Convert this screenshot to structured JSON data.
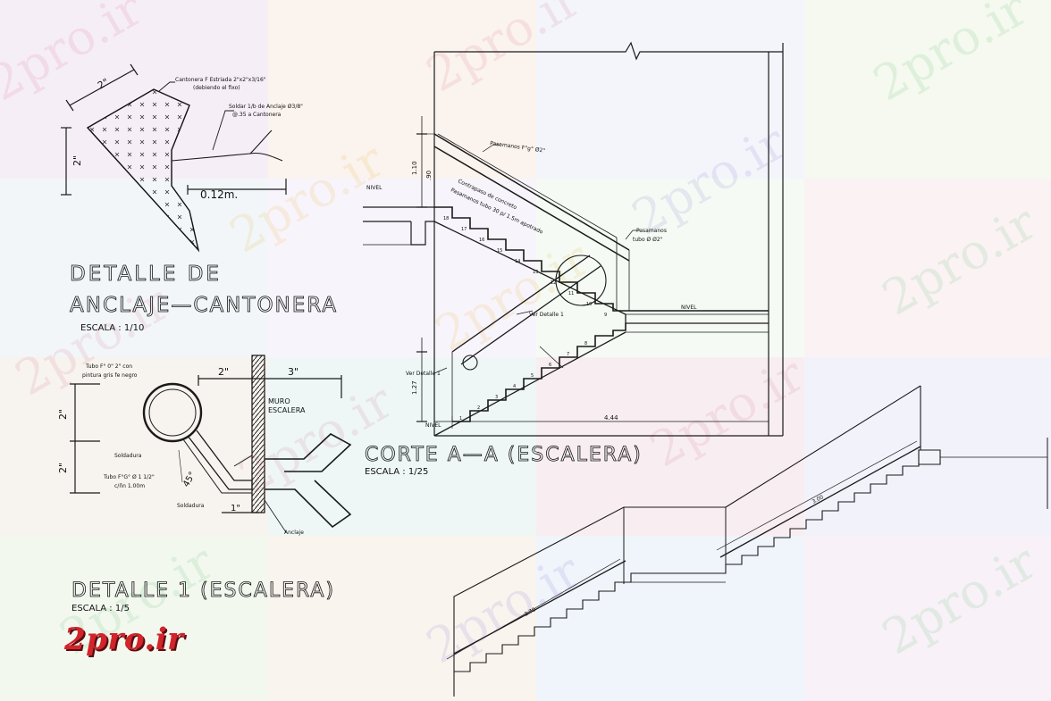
{
  "watermark": "2pro.ir",
  "brand": "2pro.ir",
  "detalle_anclaje": {
    "title_line1": "DETALLE DE",
    "title_line2": "ANCLAJE—CANTONERA",
    "scale": "ESCALA : 1/10",
    "dim_top": "2\"",
    "dim_side": "2\"",
    "dim_rod": "0.12m.",
    "note_cantonera": "Cantonera F Estriada 2\"x2\"x3/16\"",
    "note_cantonera_2": "(debiendo el fixo)",
    "note_soldar": "Soldar 1/b de Anclaje Ø3/8\"",
    "note_soldar_2": "@.35 a Cantonera"
  },
  "detalle_1": {
    "title": "DETALLE 1 (ESCALERA)",
    "scale": "ESCALA : 1/5",
    "note_tubo": "Tubo F° 0\" 2\" con",
    "note_tubo_2": "pintura gris fe negro",
    "note_soldadura_1": "Soldadura",
    "note_tubo_fg": "Tubo F°G° Ø 1 1/2\"",
    "note_tubo_fg_2": "c/ñn 1.00m",
    "note_soldadura_2": "Soldadura",
    "note_anclaje": "Anclaje",
    "label_muro": "MURO",
    "label_escalera": "ESCALERA",
    "dim_2a": "2\"",
    "dim_3": "3\"",
    "dim_v1": "2\"",
    "dim_v2": "2\"",
    "dim_1": "1\"",
    "dim_angle": "45°"
  },
  "corte": {
    "title": "CORTE A—A (ESCALERA)",
    "scale": "ESCALA : 1/25",
    "label_pasamanos_top": "Pasamanos F°g° Ø2\"",
    "label_pasamanos_side": "Pasamanos",
    "label_pasamanos_side_2": "tubo Ø Ø2\"",
    "label_contrapaso": "Contrapaso de concreto",
    "label_contrapaso_2": "Pasamanos tubo 30 p/ 1.5m apotrado",
    "label_ver_detalle_a": "Ver Detalle 1",
    "label_ver_detalle_b": "Ver Detalle 1",
    "label_nivel_1": "NIVEL",
    "label_nivel_2": "NIVEL",
    "label_nivel_3": "NIVEL",
    "dim_110": "1.10",
    "dim_90": ".90",
    "dim_127": "1.27",
    "dim_horizontal": "4.44",
    "upper_steps": [
      "18",
      "17",
      "16",
      "15",
      "14",
      "13",
      "12",
      "11",
      "10",
      "9"
    ],
    "lower_steps": [
      "1",
      "2",
      "3",
      "4",
      "5",
      "6",
      "7",
      "8"
    ]
  },
  "isometric": {
    "label_upper": "3.00",
    "label_lower": "2.70"
  }
}
